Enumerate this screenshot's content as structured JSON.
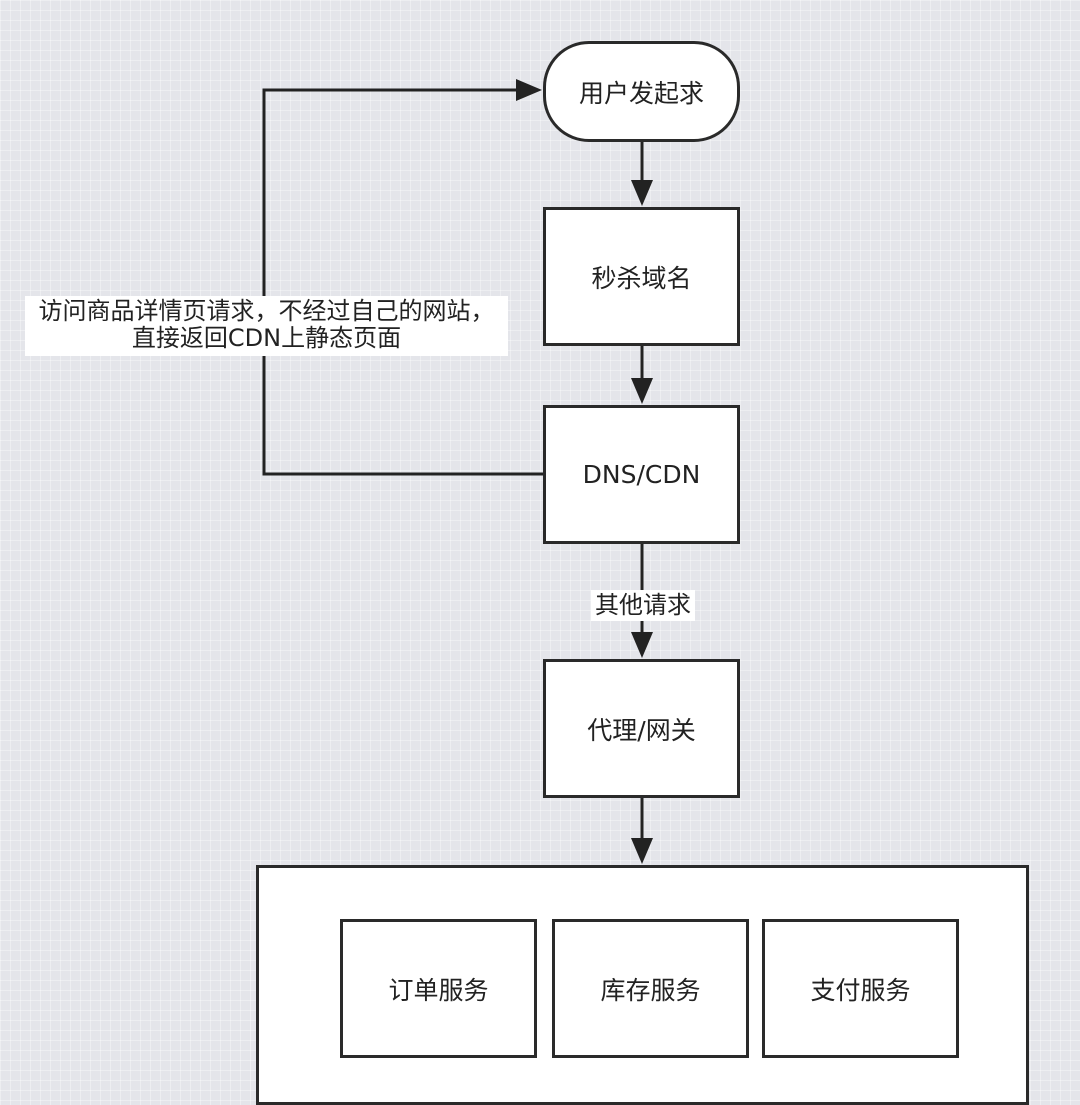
{
  "nodes": {
    "start": "用户发起求",
    "seckill_domain": "秒杀域名",
    "dns_cdn": "DNS/CDN",
    "proxy_gateway": "代理/网关",
    "services": {
      "order": "订单服务",
      "inventory": "库存服务",
      "payment": "支付服务"
    }
  },
  "edge_labels": {
    "static_line1": "访问商品详情页请求，不经过自己的网站，",
    "static_line2": "直接返回CDN上静态页面",
    "other_requests": "其他请求"
  }
}
